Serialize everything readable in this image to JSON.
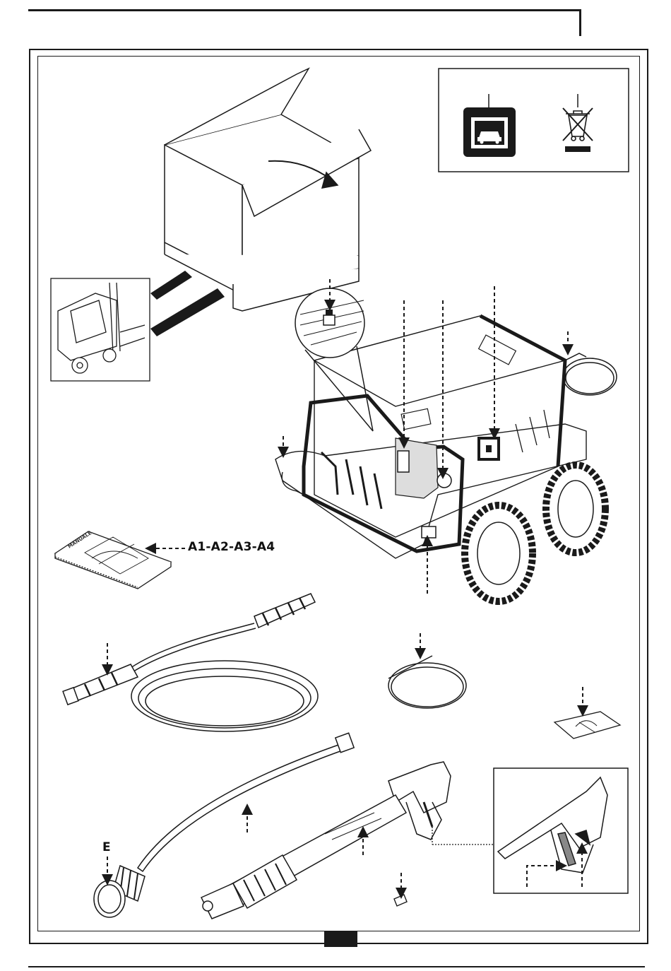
{
  "labels": {
    "manual_codes": "A1-A2-A3-A4",
    "nozzle_code": "E"
  },
  "manual_cover_text": "MANUALE",
  "icons": {
    "storage": "indoor-storage-garage-icon",
    "disposal": "crossed-out-wheelie-bin-weee-icon"
  },
  "colors": {
    "line": "#1a1a1a",
    "paper": "#ffffff"
  }
}
